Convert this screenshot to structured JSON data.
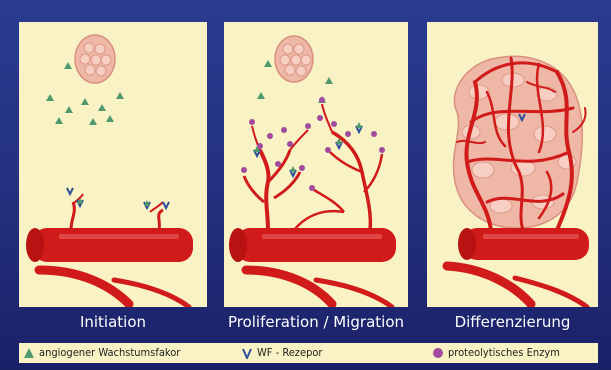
{
  "captions": {
    "stage1": "Initiation",
    "stage2": "Proliferation / Migration",
    "stage3": "Differenzierung"
  },
  "legend": {
    "growth_factor": "angiogener Wachstumsfakor",
    "receptor": "WF - Rezepor",
    "enzyme": "proteolytisches Enzym"
  },
  "colors": {
    "background": "#23307e",
    "panel": "#f8f2c4",
    "vessel": "#d11a1a",
    "growth_factor": "#4f9a6d",
    "receptor": "#2f4f9a",
    "enzyme": "#a24aa0",
    "tumor": "#efb7a6"
  }
}
